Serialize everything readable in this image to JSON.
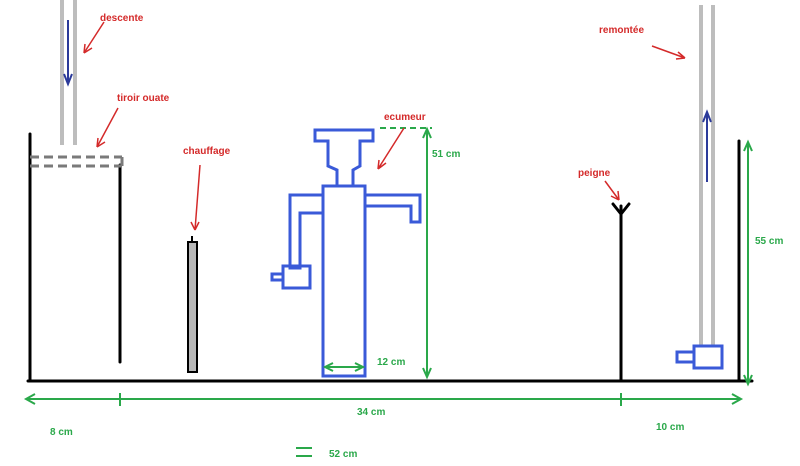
{
  "labels": {
    "descente": "descente",
    "tiroir": "tiroir ouate",
    "chauffage": "chauffage",
    "ecumeur": "ecumeur",
    "peigne": "peigne",
    "remontee": "remontée"
  },
  "dimensions": {
    "skimmer_height": "51 cm",
    "skimmer_width": "12 cm",
    "tank_height": "55 cm",
    "left_compartment": "8 cm",
    "middle_compartment": "34 cm",
    "right_compartment": "10 cm",
    "total": "52 cm",
    "equals": "="
  },
  "colors": {
    "annotation": "#d42a2a",
    "dimension": "#2aa84a",
    "equipment": "#3a5ad8",
    "pipe": "#bdbdbd",
    "structure": "#000000"
  }
}
